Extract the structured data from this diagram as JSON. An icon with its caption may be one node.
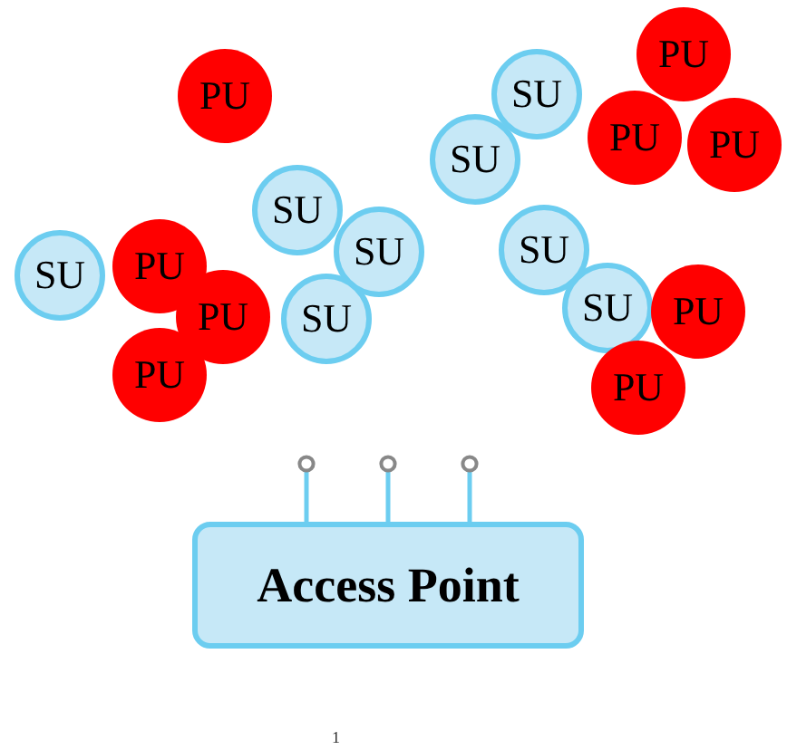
{
  "diagram": {
    "nodes": [
      {
        "text": [
          "PU"
        ]
      },
      {
        "text": [
          "PU"
        ]
      },
      {
        "text": [
          "SU"
        ]
      },
      {
        "text": [
          "SU"
        ]
      },
      {
        "text": [
          "PU"
        ]
      },
      {
        "text": [
          "PU"
        ]
      },
      {
        "text": [
          "SU"
        ]
      },
      {
        "text": [
          "SU"
        ]
      },
      {
        "text": [
          "SU"
        ]
      },
      {
        "text": [
          "SU"
        ]
      },
      {
        "text": [
          "SU"
        ]
      },
      {
        "text": [
          "PU"
        ]
      },
      {
        "text": [
          "PU"
        ]
      },
      {
        "text": [
          "SU"
        ]
      },
      {
        "text": [
          "PU"
        ]
      },
      {
        "text": [
          "PU"
        ]
      },
      {
        "text": [
          "PU"
        ]
      },
      {
        "text": [
          "Access Point"
        ]
      }
    ],
    "edges": [],
    "labels": [
      "1"
    ]
  }
}
